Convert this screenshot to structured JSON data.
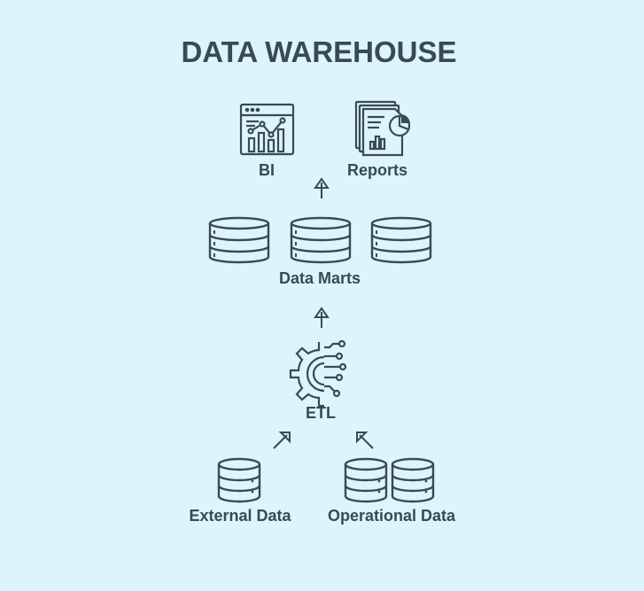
{
  "title": "DATA WAREHOUSE",
  "nodes": {
    "bi": {
      "label": "BI",
      "icon": "dashboard-chart-icon"
    },
    "reports": {
      "label": "Reports",
      "icon": "report-documents-icon"
    },
    "data_marts": {
      "label": "Data Marts",
      "icon": "database-stack-icon"
    },
    "etl": {
      "label": "ETL",
      "icon": "gear-circuit-icon"
    },
    "external_data": {
      "label": "External Data",
      "icon": "database-icon"
    },
    "operational_data": {
      "label": "Operational Data",
      "icon": "database-pair-icon"
    }
  },
  "colors": {
    "background": "#dcf4fb",
    "ink": "#3a4a52"
  }
}
